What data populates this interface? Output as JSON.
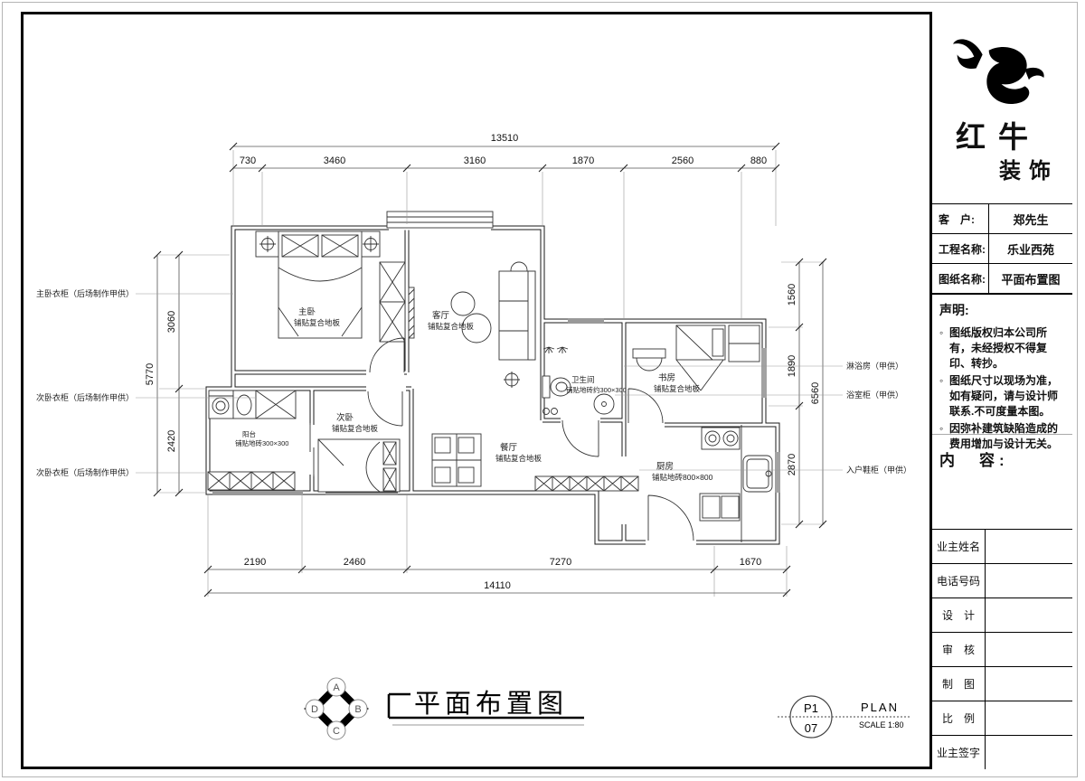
{
  "brand": {
    "main": "红牛",
    "sub": "装饰"
  },
  "fields": {
    "rows": [
      {
        "label": "客　户:",
        "value": "郑先生"
      },
      {
        "label": "工程名称:",
        "value": "乐业西苑"
      },
      {
        "label": "图纸名称:",
        "value": "平面布置图"
      }
    ]
  },
  "decl": {
    "title": "声明:",
    "items": [
      "图纸版权归本公司所有，未经授权不得复印、转抄。",
      "图纸尺寸以现场为准，如有疑问，请与设计师联系.不可度量本图。",
      "因弥补建筑缺陷造成的费用增加与设计无关。"
    ]
  },
  "content_label": "内　容:",
  "signs": {
    "rows": [
      "业主姓名",
      "电话号码",
      "设　计",
      "审　核",
      "制　图",
      "比　例",
      "业主签字"
    ]
  },
  "footer": {
    "title": "平面布置图",
    "compass": {
      "n": "A",
      "e": "B",
      "s": "C",
      "w": "D"
    },
    "stamp": {
      "page": "P1",
      "num": "07",
      "kind": "PLAN",
      "scale": "SCALE 1:80"
    }
  },
  "plan": {
    "rooms": {
      "master": {
        "name": "主卧",
        "floor": "铺贴复合地板"
      },
      "living": {
        "name": "客厅",
        "floor": "铺贴复合地板"
      },
      "study": {
        "name": "书房",
        "floor": "铺贴复合地板"
      },
      "second": {
        "name": "次卧",
        "floor": "铺贴复合地板"
      },
      "dining": {
        "name": "餐厅",
        "floor": "铺贴复合地板"
      },
      "bath": {
        "name": "卫生间",
        "floor": "铺贴地砖约300×300"
      },
      "kitchen": {
        "name": "厨房",
        "floor": "铺贴地砖800×800"
      },
      "balcony": {
        "name": "阳台",
        "floor": "铺贴地砖300×300"
      }
    },
    "dims": {
      "top_total": "13510",
      "top": [
        "730",
        "3460",
        "3160",
        "1870",
        "2560",
        "880"
      ],
      "bottom": [
        "2190",
        "2460",
        "7270",
        "1670"
      ],
      "bottom_total": "14110",
      "left": [
        "3060",
        "2420"
      ],
      "left_total": "5770",
      "right": [
        "1560",
        "1890",
        "2870"
      ],
      "right_total": "6560"
    },
    "callouts": {
      "left": [
        "主卧衣柜（后场制作甲供）",
        "次卧衣柜（后场制作甲供）",
        "次卧衣柜（后场制作甲供）"
      ],
      "right": [
        "淋浴房（甲供）",
        "浴室柜（甲供）",
        "入户鞋柜（甲供）"
      ]
    }
  }
}
